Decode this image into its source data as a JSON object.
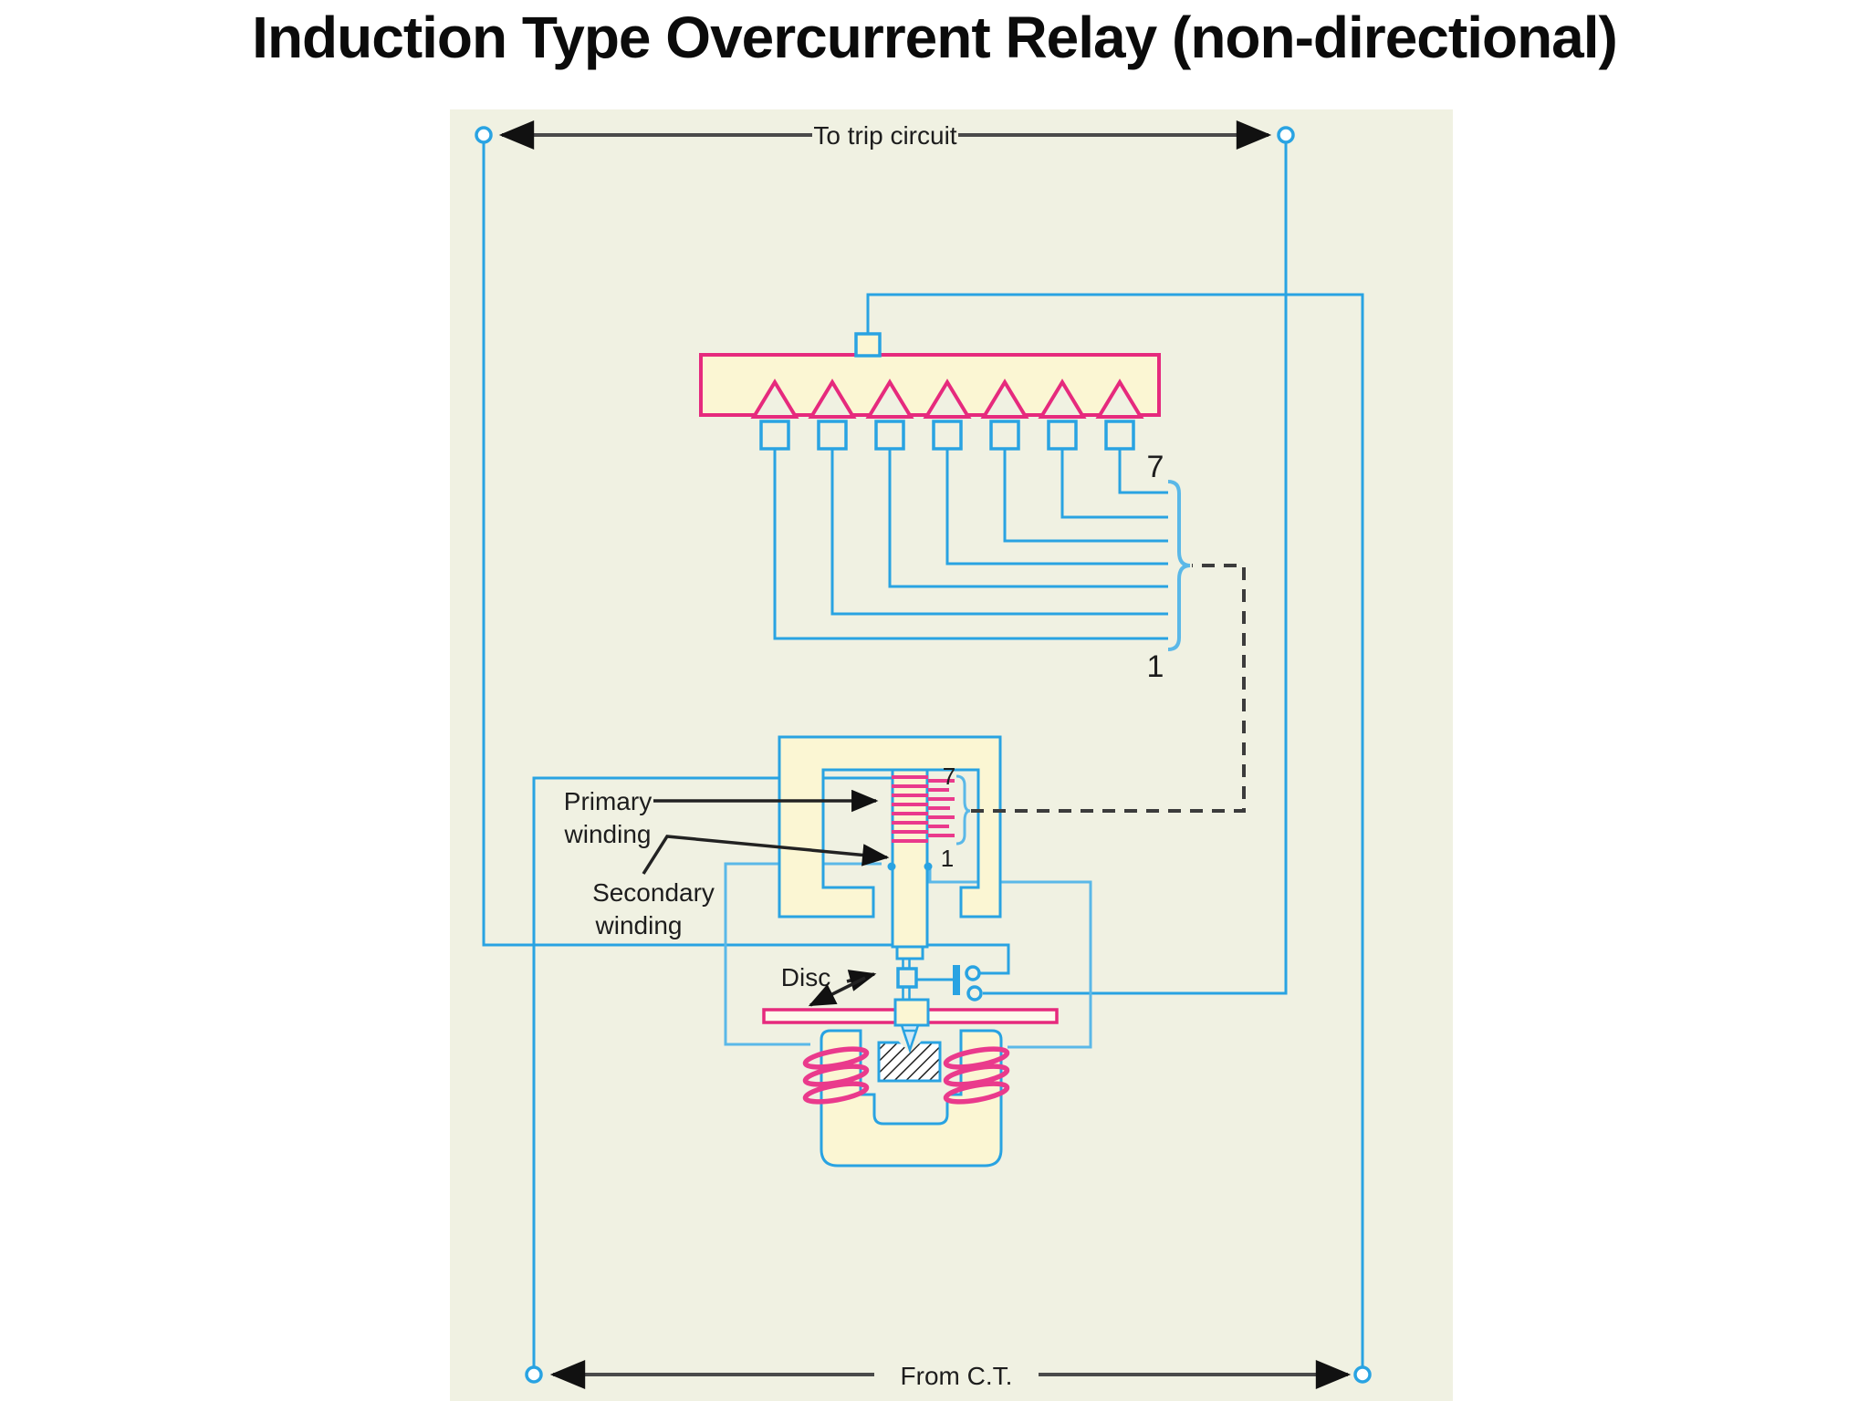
{
  "title": "Induction Type Overcurrent Relay (non-directional)",
  "diagram": {
    "top_label": "To trip circuit",
    "bottom_label": "From C.T.",
    "plug_bridge": {
      "tap_max": "7",
      "tap_min": "1"
    },
    "winding_taps": {
      "tap_max": "7",
      "tap_min": "1"
    },
    "labels": {
      "primary": [
        "Primary",
        "winding"
      ],
      "secondary": [
        "Secondary",
        "winding"
      ],
      "disc": "Disc"
    }
  },
  "colors": {
    "panel": "#f0f1e2",
    "yellow": "#fbf6d3",
    "blue": "#29a3e2",
    "blue2": "#5ab8e8",
    "pink": "#e62a7d",
    "pink2": "#ea3a8c"
  }
}
